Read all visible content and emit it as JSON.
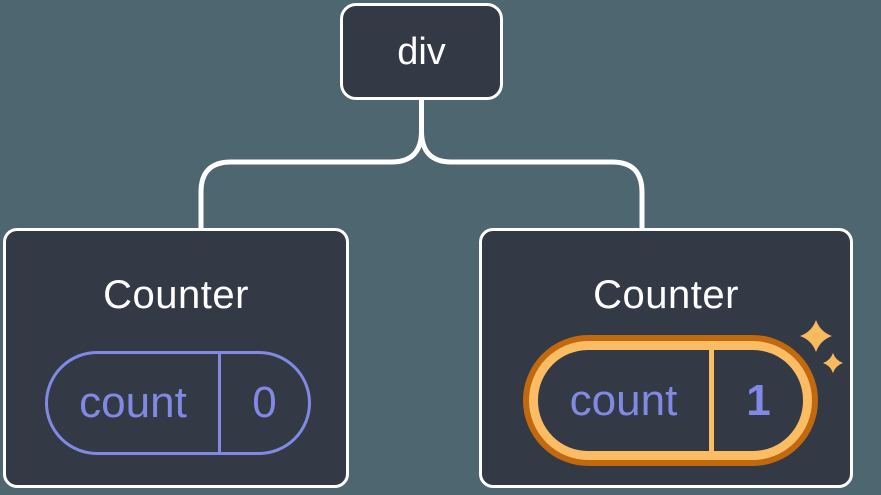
{
  "colors": {
    "background": "#4d666f",
    "node-fill": "#333a45",
    "node-border": "#ffffff",
    "accent-purple": "#8289e4",
    "highlight-orange-dark": "#c1690f",
    "highlight-orange-light": "#fbbc64",
    "sparkle": "#f8ba5f",
    "connector": "#ffffff"
  },
  "diagram": {
    "root": {
      "label": "div"
    },
    "children": [
      {
        "title": "Counter",
        "highlighted": false,
        "state": {
          "label": "count",
          "value": "0"
        }
      },
      {
        "title": "Counter",
        "highlighted": true,
        "state": {
          "label": "count",
          "value": "1"
        }
      }
    ],
    "icons": [
      "sparkle-icon-large",
      "sparkle-icon-small"
    ]
  }
}
